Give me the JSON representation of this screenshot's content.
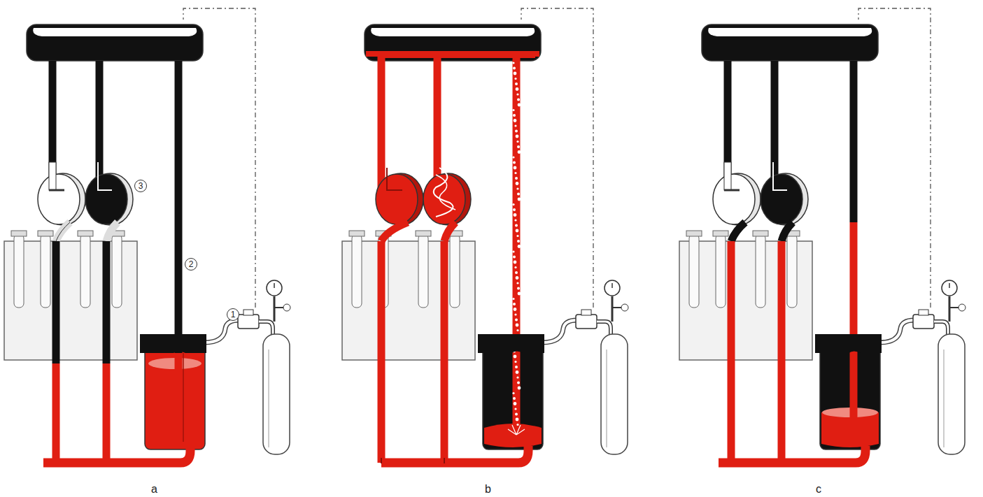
{
  "diagram": {
    "labels": [
      "3",
      "2",
      "1",
      "a",
      "b",
      "c"
    ]
  }
}
